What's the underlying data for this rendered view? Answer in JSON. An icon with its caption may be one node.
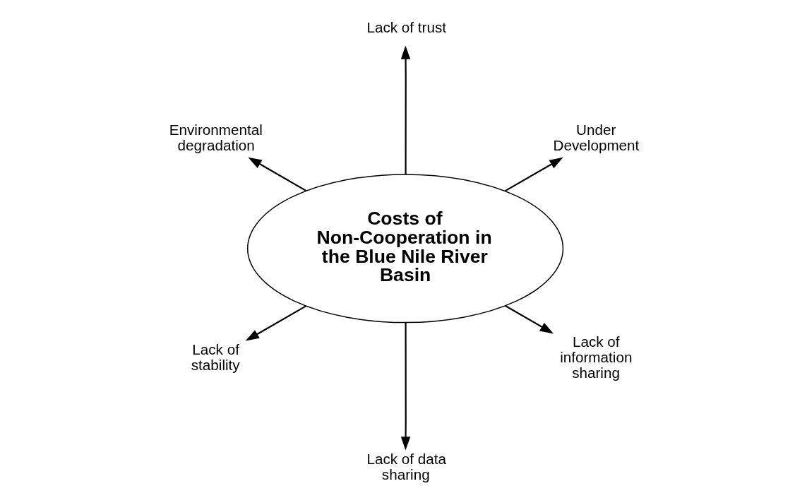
{
  "diagram": {
    "nodes": [
      {
        "text": [
          "Under Development"
        ]
      },
      {
        "text": [
          "Lack of trust"
        ]
      },
      {
        "text": [
          "Costs of Non-Cooperation in the Blue Nile River Basin"
        ]
      },
      {
        "text": [
          "Environmental degradation"
        ]
      },
      {
        "text": [
          "Lack of stability"
        ]
      },
      {
        "text": [
          "Lack of data sharing"
        ]
      },
      {
        "text": [
          "Lack of information sharing"
        ]
      }
    ],
    "edges": [
      {
        "from": 2,
        "to": 0,
        "arrow": "to"
      },
      {
        "from": 2,
        "to": 1,
        "arrow": "to"
      },
      {
        "from": 2,
        "to": 4,
        "arrow": "to"
      },
      {
        "from": 2,
        "to": 6,
        "arrow": "to"
      },
      {
        "from": 2,
        "to": 5,
        "arrow": "to"
      },
      {
        "from": 2,
        "to": 3,
        "arrow": "to"
      }
    ]
  }
}
